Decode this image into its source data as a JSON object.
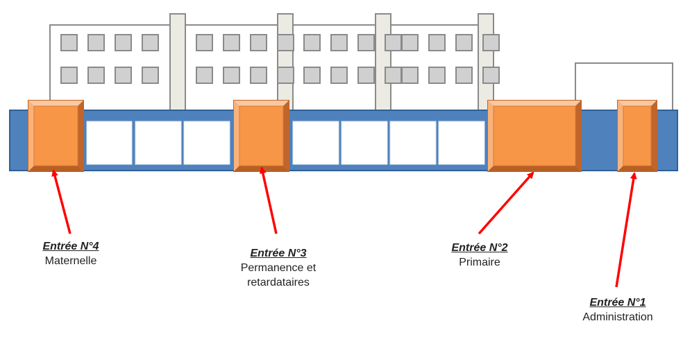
{
  "colors": {
    "building_outline": "#8a8a8a",
    "window_fill": "#d0d0d0",
    "pillar_fill": "#ecebe3",
    "band_fill": "#4f81bd",
    "band_stroke": "#2f5f97",
    "door_fill": "#f79646",
    "door_dark": "#c0652b",
    "door_light": "#fac8a0",
    "arrow": "#ff0000"
  },
  "entrances": [
    {
      "title": "Entrée N°4",
      "desc": [
        "Maternelle"
      ]
    },
    {
      "title": "Entrée N°3",
      "desc": [
        "Permanence et",
        "retardataires"
      ]
    },
    {
      "title": "Entrée N°2",
      "desc": [
        "Primaire"
      ]
    },
    {
      "title": "Entrée N°1",
      "desc": [
        "Administration"
      ]
    }
  ]
}
